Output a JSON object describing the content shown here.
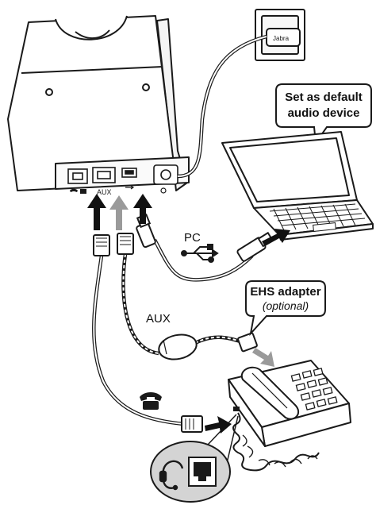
{
  "labels": {
    "default_device_line1": "Set as default",
    "default_device_line2": "audio device",
    "pc": "PC",
    "aux": "AUX",
    "ehs_line1": "EHS adapter",
    "ehs_line2": "(optional)",
    "base_aux_port": "AUX",
    "usb_brand": "Jabra"
  },
  "colors": {
    "outline": "#1a1a1a",
    "arrow_black": "#111111",
    "arrow_grey": "#9a9a9a",
    "port_circle_bg": "#d4d4d4",
    "paper": "#ffffff"
  },
  "icons": [
    "usb-icon",
    "phone-handset-icon",
    "headset-icon",
    "phone-jack-icon"
  ]
}
